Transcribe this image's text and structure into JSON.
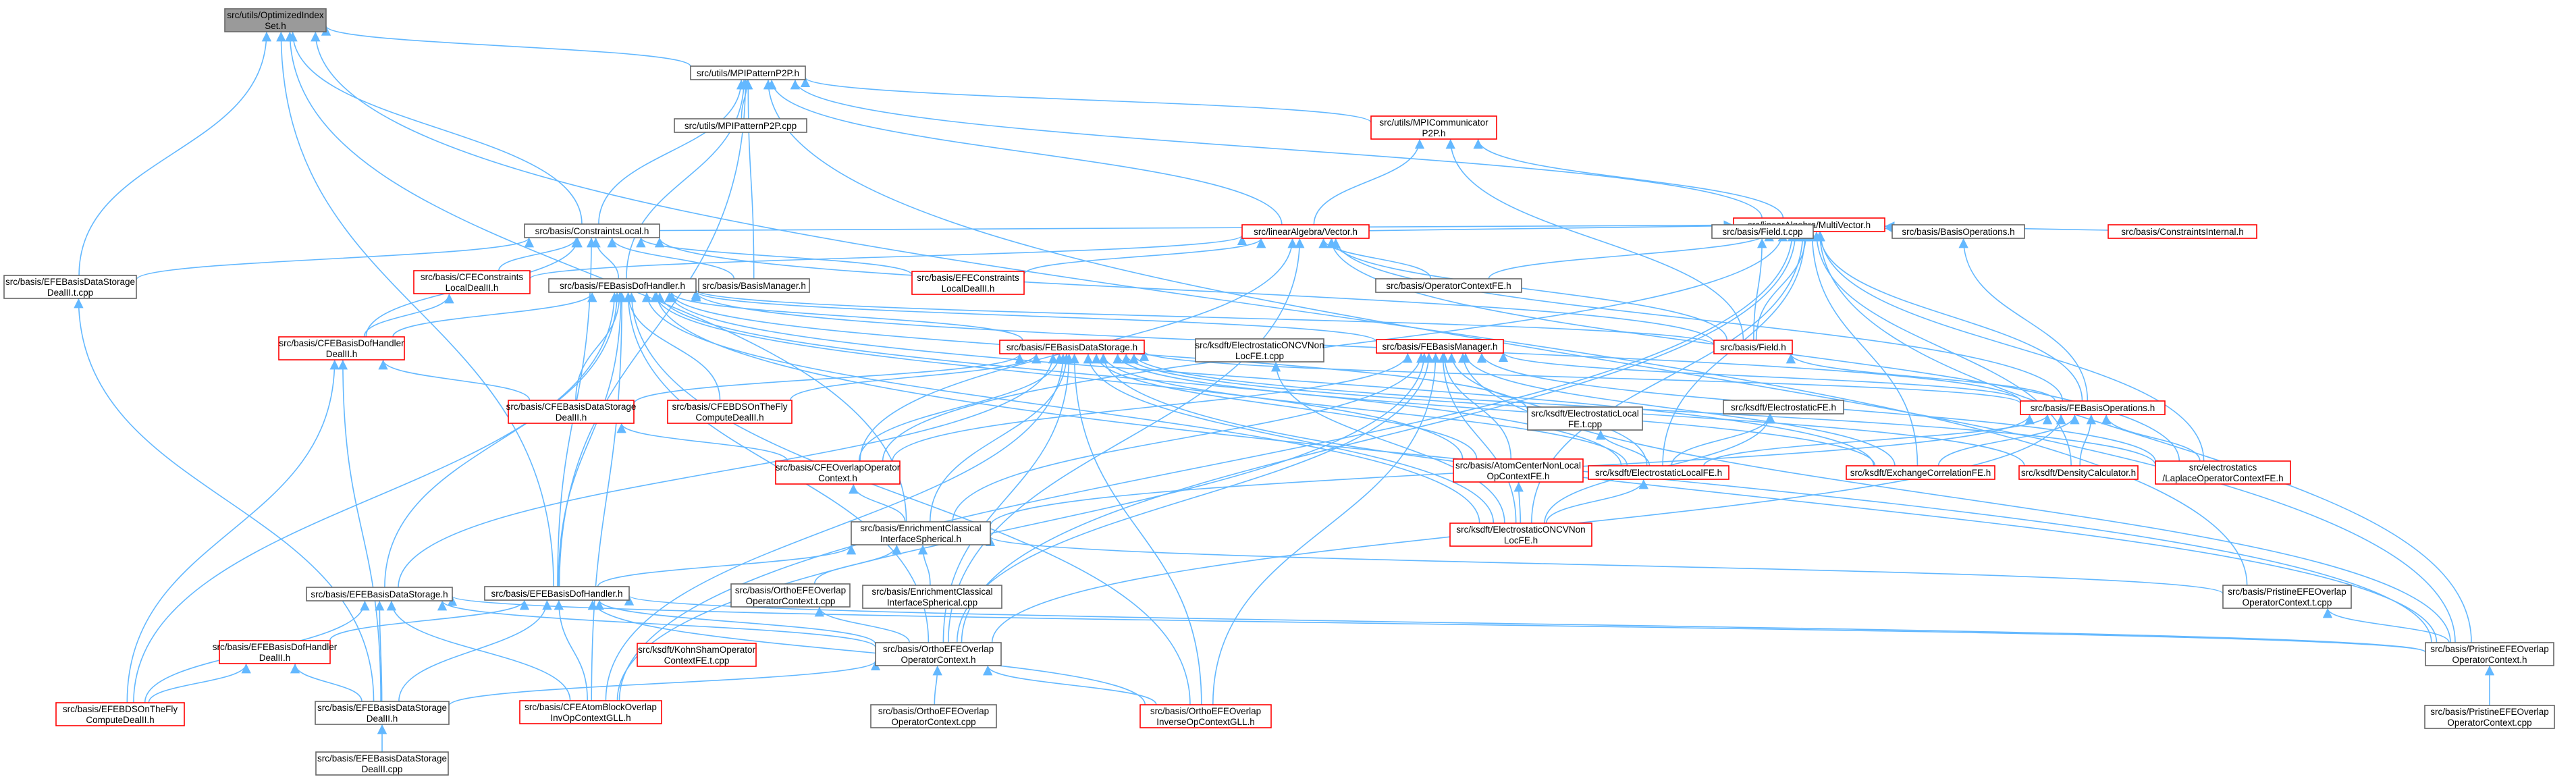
{
  "colors": {
    "edge": "#63b8ff",
    "border_normal": "#666666",
    "border_truncated": "#ff0000",
    "fill_normal": "#ffffff",
    "fill_root": "#9a9a9a"
  },
  "nodes": [
    {
      "id": "oisset",
      "lines": [
        "src/utils/OptimizedIndex",
        "Set.h"
      ],
      "style": "root"
    },
    {
      "id": "mpip2ph",
      "lines": [
        "src/utils/MPIPatternP2P.h"
      ],
      "style": "normal"
    },
    {
      "id": "mpip2pcpp",
      "lines": [
        "src/utils/MPIPatternP2P.cpp"
      ],
      "style": "normal"
    },
    {
      "id": "mpicomm",
      "lines": [
        "src/utils/MPICommunicator",
        "P2P.h"
      ],
      "style": "truncated"
    },
    {
      "id": "mvec",
      "lines": [
        "src/linearAlgebra/MultiVector.h"
      ],
      "style": "truncated"
    },
    {
      "id": "vec",
      "lines": [
        "src/linearAlgebra/Vector.h"
      ],
      "style": "truncated"
    },
    {
      "id": "conslocal",
      "lines": [
        "src/basis/ConstraintsLocal.h"
      ],
      "style": "normal"
    },
    {
      "id": "efebdstcpp",
      "lines": [
        "src/basis/EFEBasisDataStorage",
        "DealII.t.cpp"
      ],
      "style": "normal"
    },
    {
      "id": "cfecons",
      "lines": [
        "src/basis/CFEConstraints",
        "LocalDealII.h"
      ],
      "style": "truncated"
    },
    {
      "id": "febdofh",
      "lines": [
        "src/basis/FEBasisDofHandler.h"
      ],
      "style": "normal"
    },
    {
      "id": "bmgr",
      "lines": [
        "src/basis/BasisManager.h"
      ],
      "style": "normal"
    },
    {
      "id": "efecons",
      "lines": [
        "src/basis/EFEConstraints",
        "LocalDealII.h"
      ],
      "style": "truncated"
    },
    {
      "id": "fieldtcpp",
      "lines": [
        "src/basis/Field.t.cpp"
      ],
      "style": "normal"
    },
    {
      "id": "opctx",
      "lines": [
        "src/basis/OperatorContextFE.h"
      ],
      "style": "normal"
    },
    {
      "id": "basisops",
      "lines": [
        "src/basis/BasisOperations.h"
      ],
      "style": "normal"
    },
    {
      "id": "consint",
      "lines": [
        "src/basis/ConstraintsInternal.h"
      ],
      "style": "truncated"
    },
    {
      "id": "cfedofh",
      "lines": [
        "src/basis/CFEBasisDofHandler",
        "DealII.h"
      ],
      "style": "truncated"
    },
    {
      "id": "febds",
      "lines": [
        "src/basis/FEBasisDataStorage.h"
      ],
      "style": "truncated"
    },
    {
      "id": "oncvcpp",
      "lines": [
        "src/ksdft/ElectrostaticONCVNon",
        "LocFE.t.cpp"
      ],
      "style": "normal"
    },
    {
      "id": "febmgr",
      "lines": [
        "src/basis/FEBasisManager.h"
      ],
      "style": "truncated"
    },
    {
      "id": "field",
      "lines": [
        "src/basis/Field.h"
      ],
      "style": "truncated"
    },
    {
      "id": "cfebds",
      "lines": [
        "src/basis/CFEBasisDataStorage",
        "DealII.h"
      ],
      "style": "truncated"
    },
    {
      "id": "cfebdsotf",
      "lines": [
        "src/basis/CFEBDSOnTheFly",
        "ComputeDealII.h"
      ],
      "style": "truncated"
    },
    {
      "id": "eloccpp",
      "lines": [
        "src/ksdft/ElectrostaticLocal",
        "FE.t.cpp"
      ],
      "style": "normal"
    },
    {
      "id": "elfeh",
      "lines": [
        "src/ksdft/ElectrostaticFE.h"
      ],
      "style": "normal"
    },
    {
      "id": "feops",
      "lines": [
        "src/basis/FEBasisOperations.h"
      ],
      "style": "truncated"
    },
    {
      "id": "cfeovop",
      "lines": [
        "src/basis/CFEOverlapOperator",
        "Context.h"
      ],
      "style": "truncated"
    },
    {
      "id": "atomnl",
      "lines": [
        "src/basis/AtomCenterNonLocal",
        "OpContextFE.h"
      ],
      "style": "truncated"
    },
    {
      "id": "elloc",
      "lines": [
        "src/ksdft/ElectrostaticLocalFE.h"
      ],
      "style": "truncated"
    },
    {
      "id": "xc",
      "lines": [
        "src/ksdft/ExchangeCorrelationFE.h"
      ],
      "style": "truncated"
    },
    {
      "id": "dens",
      "lines": [
        "src/ksdft/DensityCalculator.h"
      ],
      "style": "truncated"
    },
    {
      "id": "lap",
      "lines": [
        "src/electrostatics",
        "/LaplaceOperatorContextFE.h"
      ],
      "style": "truncated"
    },
    {
      "id": "enrich",
      "lines": [
        "src/basis/EnrichmentClassical",
        "InterfaceSpherical.h"
      ],
      "style": "normal"
    },
    {
      "id": "oncv",
      "lines": [
        "src/ksdft/ElectrostaticONCVNon",
        "LocFE.h"
      ],
      "style": "truncated"
    },
    {
      "id": "efebds",
      "lines": [
        "src/basis/EFEBasisDataStorage.h"
      ],
      "style": "normal"
    },
    {
      "id": "efedofh",
      "lines": [
        "src/basis/EFEBasisDofHandler.h"
      ],
      "style": "normal"
    },
    {
      "id": "orthotcpp",
      "lines": [
        "src/basis/OrthoEFEOverlap",
        "OperatorContext.t.cpp"
      ],
      "style": "normal"
    },
    {
      "id": "enrichcpp",
      "lines": [
        "src/basis/EnrichmentClassical",
        "InterfaceSpherical.cpp"
      ],
      "style": "normal"
    },
    {
      "id": "pristtcpp",
      "lines": [
        "src/basis/PristineEFEOverlap",
        "OperatorContext.t.cpp"
      ],
      "style": "normal"
    },
    {
      "id": "efedofdeal",
      "lines": [
        "src/basis/EFEBasisDofHandler",
        "DealII.h"
      ],
      "style": "truncated"
    },
    {
      "id": "kohn",
      "lines": [
        "src/ksdft/KohnShamOperator",
        "ContextFE.t.cpp"
      ],
      "style": "truncated"
    },
    {
      "id": "orthoh",
      "lines": [
        "src/basis/OrthoEFEOverlap",
        "OperatorContext.h"
      ],
      "style": "normal"
    },
    {
      "id": "pristh",
      "lines": [
        "src/basis/PristineEFEOverlap",
        "OperatorContext.h"
      ],
      "style": "normal"
    },
    {
      "id": "efebdsotf",
      "lines": [
        "src/basis/EFEBDSOnTheFly",
        "ComputeDealII.h"
      ],
      "style": "truncated"
    },
    {
      "id": "efebdsdeal",
      "lines": [
        "src/basis/EFEBasisDataStorage",
        "DealII.h"
      ],
      "style": "normal"
    },
    {
      "id": "cfeatom",
      "lines": [
        "src/basis/CFEAtomBlockOverlap",
        "InvOpContextGLL.h"
      ],
      "style": "truncated"
    },
    {
      "id": "orthocpp",
      "lines": [
        "src/basis/OrthoEFEOverlap",
        "OperatorContext.cpp"
      ],
      "style": "normal"
    },
    {
      "id": "orthoinv",
      "lines": [
        "src/basis/OrthoEFEOverlap",
        "InverseOpContextGLL.h"
      ],
      "style": "truncated"
    },
    {
      "id": "pristcpp",
      "lines": [
        "src/basis/PristineEFEOverlap",
        "OperatorContext.cpp"
      ],
      "style": "normal"
    },
    {
      "id": "efebdsdealcpp",
      "lines": [
        "src/basis/EFEBasisDataStorage",
        "DealII.cpp"
      ],
      "style": "normal"
    }
  ],
  "edges": [
    [
      "mpip2ph",
      "oisset"
    ],
    [
      "conslocal",
      "oisset"
    ],
    [
      "efebdstcpp",
      "oisset"
    ],
    [
      "efedofh",
      "oisset"
    ],
    [
      "enrich",
      "oisset"
    ],
    [
      "pristtcpp",
      "oisset"
    ],
    [
      "mpip2pcpp",
      "mpip2ph"
    ],
    [
      "mpicomm",
      "mpip2ph"
    ],
    [
      "mvec",
      "mpip2ph"
    ],
    [
      "vec",
      "mpip2ph"
    ],
    [
      "conslocal",
      "mpip2ph"
    ],
    [
      "febdofh",
      "mpip2ph"
    ],
    [
      "bmgr",
      "mpip2ph"
    ],
    [
      "efedofh",
      "mpip2ph"
    ],
    [
      "pristh",
      "mpip2ph"
    ],
    [
      "mvec",
      "mpicomm"
    ],
    [
      "vec",
      "mpicomm"
    ],
    [
      "field",
      "mpicomm"
    ],
    [
      "vec",
      "mvec"
    ],
    [
      "conslocal",
      "mvec"
    ],
    [
      "fieldtcpp",
      "mvec"
    ],
    [
      "opctx",
      "mvec"
    ],
    [
      "basisops",
      "mvec"
    ],
    [
      "consint",
      "mvec"
    ],
    [
      "field",
      "mvec"
    ],
    [
      "feops",
      "mvec"
    ],
    [
      "elloc",
      "mvec"
    ],
    [
      "xc",
      "mvec"
    ],
    [
      "lap",
      "mvec"
    ],
    [
      "cfeovop",
      "mvec"
    ],
    [
      "oncv",
      "mvec"
    ],
    [
      "orthoh",
      "mvec"
    ],
    [
      "pristh",
      "mvec"
    ],
    [
      "dens",
      "mvec"
    ],
    [
      "cfeatom",
      "mvec"
    ],
    [
      "cfecons",
      "vec"
    ],
    [
      "efecons",
      "vec"
    ],
    [
      "opctx",
      "vec"
    ],
    [
      "field",
      "vec"
    ],
    [
      "feops",
      "vec"
    ],
    [
      "cfeovop",
      "vec"
    ],
    [
      "orthoh",
      "vec"
    ],
    [
      "lap",
      "vec"
    ],
    [
      "efebdstcpp",
      "conslocal"
    ],
    [
      "cfecons",
      "conslocal"
    ],
    [
      "febdofh",
      "conslocal"
    ],
    [
      "bmgr",
      "conslocal"
    ],
    [
      "efecons",
      "conslocal"
    ],
    [
      "cfedofh",
      "conslocal"
    ],
    [
      "field",
      "conslocal"
    ],
    [
      "efedofh",
      "conslocal"
    ],
    [
      "efebdsdeal",
      "efebdstcpp"
    ],
    [
      "cfedofh",
      "cfecons"
    ],
    [
      "cfedofh",
      "febdofh"
    ],
    [
      "febds",
      "febdofh"
    ],
    [
      "febmgr",
      "febdofh"
    ],
    [
      "field",
      "febdofh"
    ],
    [
      "feops",
      "febdofh"
    ],
    [
      "cfebds",
      "febdofh"
    ],
    [
      "cfebdsotf",
      "febdofh"
    ],
    [
      "eloccpp",
      "febdofh"
    ],
    [
      "efebds",
      "febdofh"
    ],
    [
      "efedofh",
      "febdofh"
    ],
    [
      "orthoh",
      "febdofh"
    ],
    [
      "atomnl",
      "febdofh"
    ],
    [
      "xc",
      "febdofh"
    ],
    [
      "oncv",
      "febdofh"
    ],
    [
      "elloc",
      "febdofh"
    ],
    [
      "efebdsotf",
      "febdofh"
    ],
    [
      "orthoinv",
      "febdofh"
    ],
    [
      "cfeatom",
      "febdofh"
    ],
    [
      "pristh",
      "febdofh"
    ],
    [
      "field",
      "fieldtcpp"
    ],
    [
      "feops",
      "basisops"
    ],
    [
      "cfebds",
      "cfedofh"
    ],
    [
      "efebdsotf",
      "cfedofh"
    ],
    [
      "efebdsdeal",
      "cfedofh"
    ],
    [
      "cfebds",
      "febds"
    ],
    [
      "cfebdsotf",
      "febds"
    ],
    [
      "feops",
      "febds"
    ],
    [
      "cfeovop",
      "febds"
    ],
    [
      "enrich",
      "febds"
    ],
    [
      "efebds",
      "febds"
    ],
    [
      "orthoh",
      "febds"
    ],
    [
      "xc",
      "febds"
    ],
    [
      "oncv",
      "febds"
    ],
    [
      "elloc",
      "febds"
    ],
    [
      "orthoinv",
      "febds"
    ],
    [
      "cfeatom",
      "febds"
    ],
    [
      "pristh",
      "febds"
    ],
    [
      "atomnl",
      "febds"
    ],
    [
      "dens",
      "febds"
    ],
    [
      "lap",
      "febds"
    ],
    [
      "oncv",
      "oncvcpp"
    ],
    [
      "feops",
      "febmgr"
    ],
    [
      "cfeovop",
      "febmgr"
    ],
    [
      "atomnl",
      "febmgr"
    ],
    [
      "elloc",
      "febmgr"
    ],
    [
      "xc",
      "febmgr"
    ],
    [
      "oncv",
      "febmgr"
    ],
    [
      "orthoh",
      "febmgr"
    ],
    [
      "pristh",
      "febmgr"
    ],
    [
      "orthoinv",
      "febmgr"
    ],
    [
      "cfeatom",
      "febmgr"
    ],
    [
      "enrich",
      "febmgr"
    ],
    [
      "lap",
      "febmgr"
    ],
    [
      "feops",
      "field"
    ],
    [
      "cfeovop",
      "cfebds"
    ],
    [
      "elloc",
      "eloccpp"
    ],
    [
      "elloc",
      "elfeh"
    ],
    [
      "oncv",
      "elfeh"
    ],
    [
      "xc",
      "feops"
    ],
    [
      "dens",
      "feops"
    ],
    [
      "lap",
      "feops"
    ],
    [
      "elloc",
      "feops"
    ],
    [
      "enrich",
      "feops"
    ],
    [
      "orthoh",
      "feops"
    ],
    [
      "enrich",
      "cfeovop"
    ],
    [
      "oncv",
      "atomnl"
    ],
    [
      "oncv",
      "elloc"
    ],
    [
      "efedofh",
      "enrich"
    ],
    [
      "orthotcpp",
      "enrich"
    ],
    [
      "enrichcpp",
      "enrich"
    ],
    [
      "pristtcpp",
      "enrich"
    ],
    [
      "efebdsdeal",
      "efebds"
    ],
    [
      "orthoh",
      "efebds"
    ],
    [
      "cfeatom",
      "efebds"
    ],
    [
      "pristh",
      "efebds"
    ],
    [
      "efebdsotf",
      "efebds"
    ],
    [
      "efedofdeal",
      "efedofh"
    ],
    [
      "efebdsdeal",
      "efedofh"
    ],
    [
      "orthoh",
      "efedofh"
    ],
    [
      "orthoinv",
      "efedofh"
    ],
    [
      "pristh",
      "efedofh"
    ],
    [
      "cfeatom",
      "efedofh"
    ],
    [
      "orthoh",
      "orthotcpp"
    ],
    [
      "pristh",
      "pristtcpp"
    ],
    [
      "efebdsotf",
      "efedofdeal"
    ],
    [
      "efebdsdeal",
      "efedofdeal"
    ],
    [
      "orthocpp",
      "orthoh"
    ],
    [
      "orthoinv",
      "orthoh"
    ],
    [
      "efebdsdeal",
      "orthoh"
    ],
    [
      "pristcpp",
      "pristh"
    ],
    [
      "efebdsdealcpp",
      "efebdsdeal"
    ]
  ]
}
